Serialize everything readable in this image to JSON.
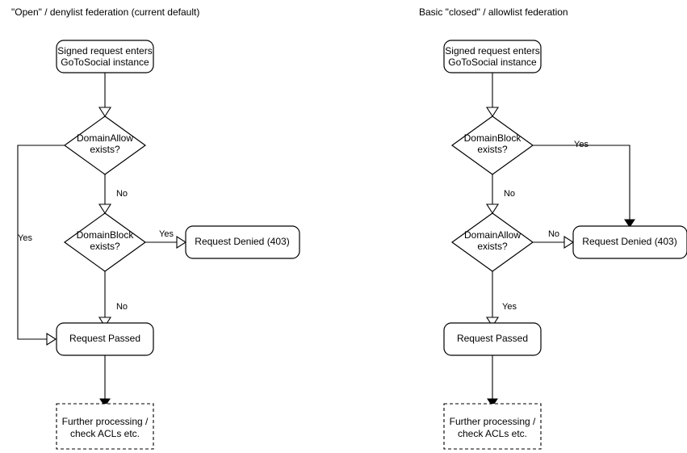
{
  "diagram": {
    "title_left": "\"Open\" / denylist federation (current default)",
    "title_right": "Basic \"closed\" / allowlist federation",
    "colors": {
      "stroke": "#000000",
      "fill": "#ffffff",
      "text": "#000000"
    }
  },
  "left_chart": {
    "title": "\"Open\" / denylist federation (current default)",
    "nodes": {
      "start_line1": "Signed request enters",
      "start_line2": "GoToSocial instance",
      "decision1_line1": "DomainAllow",
      "decision1_line2": "exists?",
      "decision2_line1": "DomainBlock",
      "decision2_line2": "exists?",
      "denied": "Request Denied (403)",
      "passed": "Request Passed",
      "further_line1": "Further processing /",
      "further_line2": "check ACLs etc."
    },
    "edge_labels": {
      "allow_yes": "Yes",
      "allow_no": "No",
      "block_yes": "Yes",
      "block_no": "No"
    }
  },
  "right_chart": {
    "title": "Basic \"closed\" / allowlist federation",
    "nodes": {
      "start_line1": "Signed request enters",
      "start_line2": "GoToSocial instance",
      "decision1_line1": "DomainBlock",
      "decision1_line2": "exists?",
      "decision2_line1": "DomainAllow",
      "decision2_line2": "exists?",
      "denied": "Request Denied (403)",
      "passed": "Request Passed",
      "further_line1": "Further processing /",
      "further_line2": "check ACLs etc."
    },
    "edge_labels": {
      "block_yes": "Yes",
      "block_no": "No",
      "allow_no": "No",
      "allow_yes": "Yes"
    }
  }
}
